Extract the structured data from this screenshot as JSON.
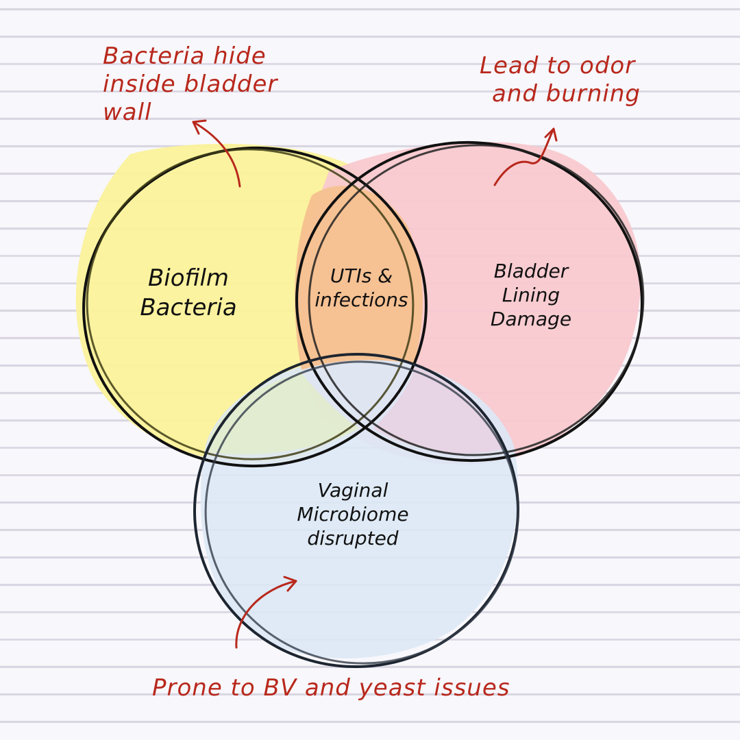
{
  "circles": {
    "biofilm": {
      "label_line1": "Biofilm",
      "label_line2": "Bacteria",
      "fill": "#fbf29a"
    },
    "bladder": {
      "label_line1": "Bladder",
      "label_line2": "Lining",
      "label_line3": "Damage",
      "fill": "#f8c9cf"
    },
    "vaginal": {
      "label_line1": "Vaginal",
      "label_line2": "Microbiome",
      "label_line3": "disrupted",
      "fill": "#dbe8f5"
    },
    "center": {
      "label_line1": "UTIs &",
      "label_line2": "infections",
      "fill": "#f6c08f"
    }
  },
  "annotations": {
    "top_left": {
      "line1": "Bacteria hide",
      "line2": "inside bladder",
      "line3": "wall"
    },
    "top_right": {
      "line1": "Lead to odor",
      "line2": "and burning"
    },
    "bottom": {
      "text": "Prone to BV and yeast issues"
    }
  },
  "colors": {
    "ink": "#111111",
    "annotation": "#b8281c"
  }
}
